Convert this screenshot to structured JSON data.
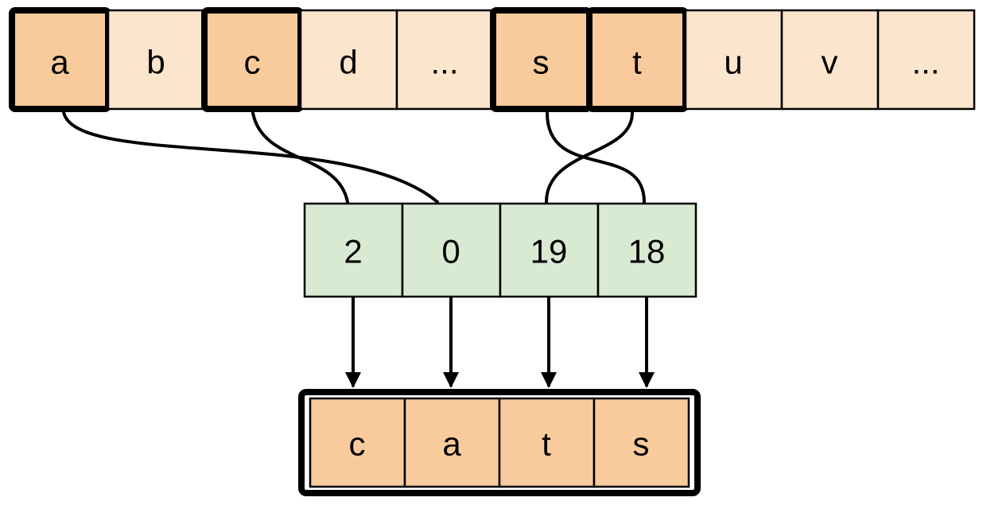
{
  "title": "letter-to-index mapping diagram spelling the word cats",
  "colors": {
    "background": "#ffffff",
    "alphabet_cell": "#FCE5CD",
    "highlight_cell": "#F9CB9C",
    "index_cell": "#D9EAD3",
    "result_cell": "#F9CB9C",
    "stroke": "#000000"
  },
  "alphabet_row": {
    "cells": [
      {
        "label": "a",
        "highlighted": true
      },
      {
        "label": "b",
        "highlighted": false
      },
      {
        "label": "c",
        "highlighted": true
      },
      {
        "label": "d",
        "highlighted": false
      },
      {
        "label": "...",
        "highlighted": false
      },
      {
        "label": "s",
        "highlighted": true
      },
      {
        "label": "t",
        "highlighted": true
      },
      {
        "label": "u",
        "highlighted": false
      },
      {
        "label": "v",
        "highlighted": false
      },
      {
        "label": "...",
        "highlighted": false
      }
    ]
  },
  "index_row": {
    "cells": [
      {
        "value": "2"
      },
      {
        "value": "0"
      },
      {
        "value": "19"
      },
      {
        "value": "18"
      }
    ]
  },
  "result_row": {
    "cells": [
      {
        "label": "c"
      },
      {
        "label": "a"
      },
      {
        "label": "t"
      },
      {
        "label": "s"
      }
    ]
  },
  "connections": [
    {
      "from_letter": "a",
      "to_index_value": "0"
    },
    {
      "from_letter": "c",
      "to_index_value": "2"
    },
    {
      "from_letter": "s",
      "to_index_value": "18"
    },
    {
      "from_letter": "t",
      "to_index_value": "19"
    }
  ]
}
